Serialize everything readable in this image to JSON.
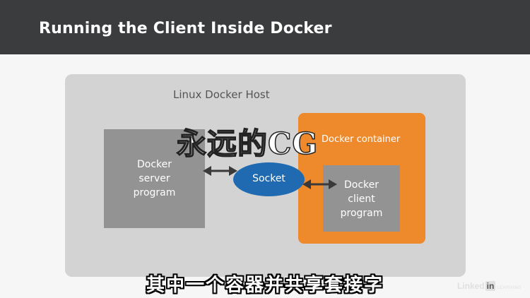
{
  "slide": {
    "title": "Running the Client Inside Docker"
  },
  "diagram": {
    "host_label": "Linux Docker Host",
    "server": {
      "line1": "Docker",
      "line2": "server",
      "line3": "program"
    },
    "socket_label": "Socket",
    "container_label": "Docker container",
    "client": {
      "line1": "Docker",
      "line2": "client",
      "line3": "program"
    }
  },
  "overlay": {
    "watermark": "永远的CG",
    "subtitle": "其中一个容器并共享套接字"
  },
  "brand": {
    "name": "Linked",
    "mark": "in",
    "suffix": "LEARNING"
  },
  "colors": {
    "title_bar": "#3b3c3e",
    "host": "#d3d3d3",
    "program_box": "#939393",
    "container": "#ee8a2c",
    "socket": "#1f6ab1"
  }
}
